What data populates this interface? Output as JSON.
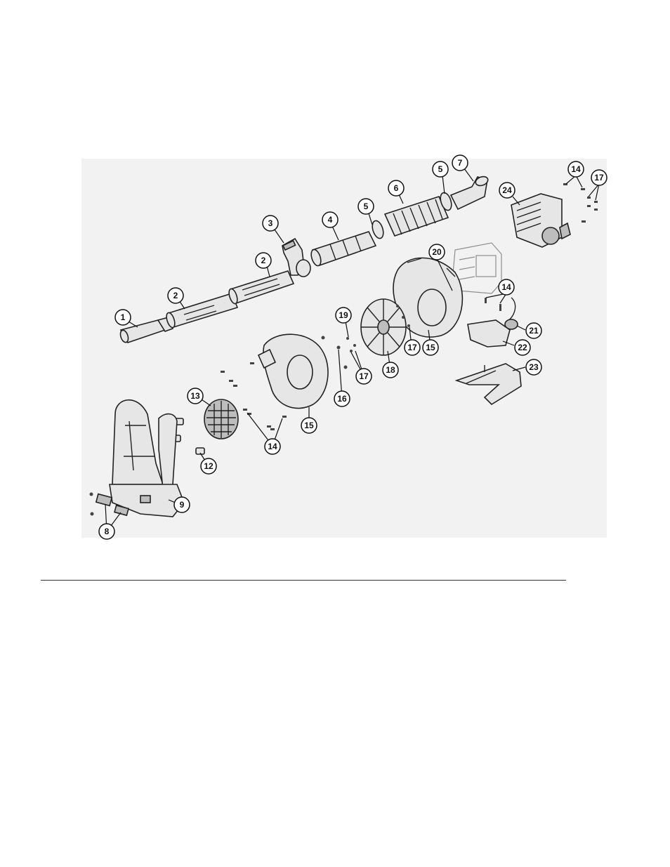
{
  "callouts": [
    {
      "id": "1",
      "label": "1"
    },
    {
      "id": "2a",
      "label": "2"
    },
    {
      "id": "2b",
      "label": "2"
    },
    {
      "id": "3",
      "label": "3"
    },
    {
      "id": "4",
      "label": "4"
    },
    {
      "id": "5a",
      "label": "5"
    },
    {
      "id": "5b",
      "label": "5"
    },
    {
      "id": "6",
      "label": "6"
    },
    {
      "id": "7",
      "label": "7"
    },
    {
      "id": "8",
      "label": "8"
    },
    {
      "id": "9",
      "label": "9"
    },
    {
      "id": "12",
      "label": "12"
    },
    {
      "id": "13",
      "label": "13"
    },
    {
      "id": "14a",
      "label": "14"
    },
    {
      "id": "14b",
      "label": "14"
    },
    {
      "id": "14c",
      "label": "14"
    },
    {
      "id": "15a",
      "label": "15"
    },
    {
      "id": "15b",
      "label": "15"
    },
    {
      "id": "16",
      "label": "16"
    },
    {
      "id": "17a",
      "label": "17"
    },
    {
      "id": "17b",
      "label": "17"
    },
    {
      "id": "17c",
      "label": "17"
    },
    {
      "id": "18",
      "label": "18"
    },
    {
      "id": "19",
      "label": "19"
    },
    {
      "id": "20",
      "label": "20"
    },
    {
      "id": "21",
      "label": "21"
    },
    {
      "id": "22",
      "label": "22"
    },
    {
      "id": "23",
      "label": "23"
    },
    {
      "id": "24",
      "label": "24"
    }
  ]
}
